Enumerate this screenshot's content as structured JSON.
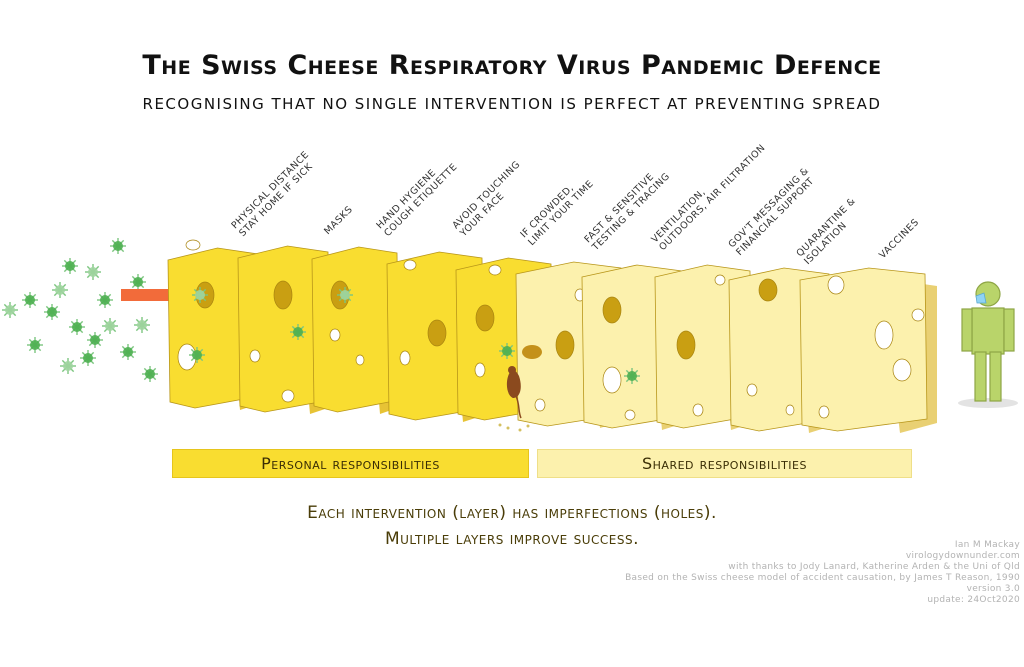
{
  "title": "The Swiss Cheese Respiratory Virus Pandemic Defence",
  "subtitle": "RECOGNISING THAT NO SINGLE INTERVENTION IS PERFECT AT PREVENTING SPREAD",
  "layers": [
    {
      "line1": "PHYSICAL DISTANCE",
      "line2": "STAY HOME IF SICK"
    },
    {
      "line1": "MASKS",
      "line2": ""
    },
    {
      "line1": "HAND HYGIENE",
      "line2": "COUGH ETIQUETTE"
    },
    {
      "line1": "AVOID TOUCHING",
      "line2": "YOUR FACE"
    },
    {
      "line1": "IF CROWDED,",
      "line2": "LIMIT YOUR TIME"
    },
    {
      "line1": "FAST & SENSITIVE",
      "line2": "TESTING & TRACING"
    },
    {
      "line1": "VENTILATION,",
      "line2": "OUTDOORS, AIR FILTRATION"
    },
    {
      "line1": "GOV'T MESSAGING &",
      "line2": "FINANCIAL SUPPORT"
    },
    {
      "line1": "QUARANTINE &",
      "line2": "ISOLATION"
    },
    {
      "line1": "VACCINES",
      "line2": ""
    }
  ],
  "bands": {
    "personal": "Personal responsibilities",
    "shared": "Shared responsibilities"
  },
  "caption": {
    "line1": "Each intervention (layer) has imperfections (holes).",
    "line2": "Multiple layers improve success."
  },
  "credits": {
    "author": "Ian M Mackay",
    "site": "virologydownunder.com",
    "thanks": "with thanks to Jody Lanard, Katherine Arden & the Uni of Qld",
    "based_on": "Based on the Swiss cheese model of accident causation, by James T Reason, 1990",
    "version": "version 3.0",
    "update": "update: 24Oct2020"
  },
  "colors": {
    "personal_cheese": "#f9dd30",
    "shared_cheese": "#fcf1ad",
    "virus": "#4caf50",
    "arrow": "#f26b3a",
    "person": "#b9d46a"
  }
}
